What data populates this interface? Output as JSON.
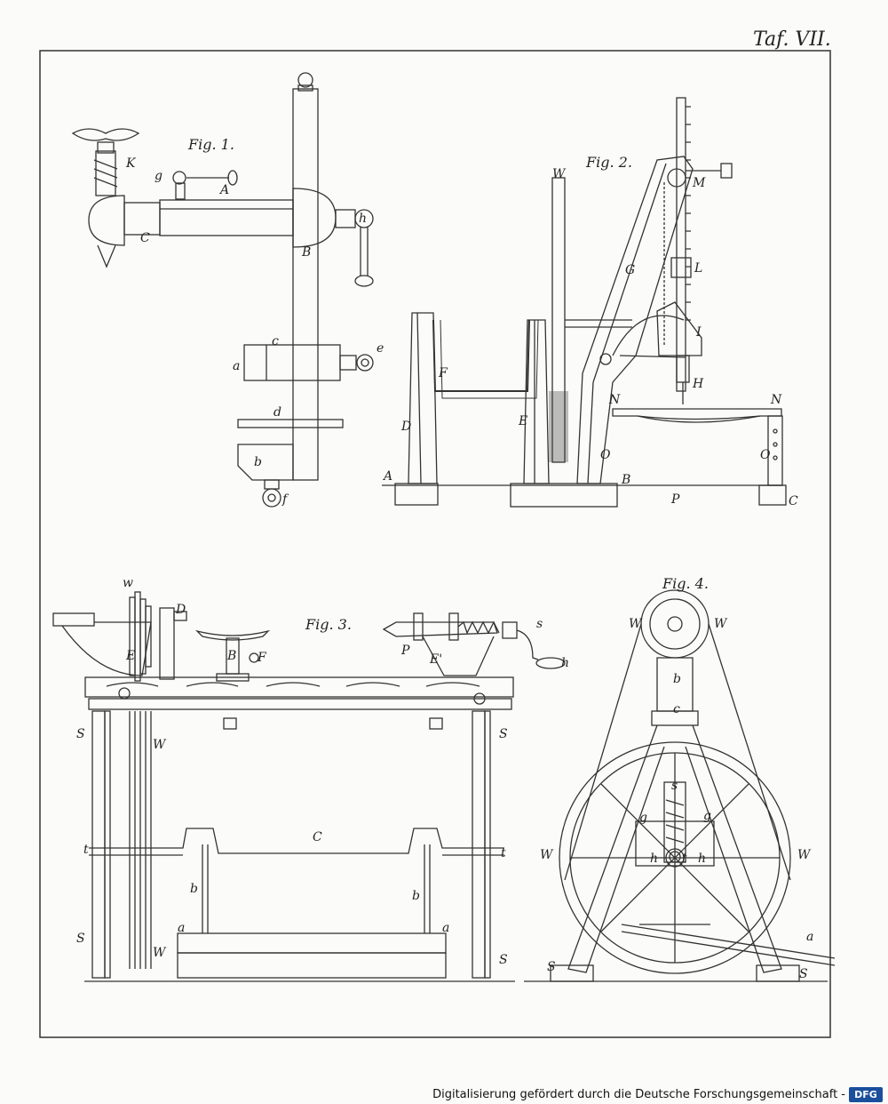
{
  "plate": {
    "title": "Taf. VII."
  },
  "figures": {
    "fig1": {
      "caption": "Fig. 1.",
      "letters": [
        "K",
        "g",
        "A",
        "C",
        "h",
        "B",
        "c",
        "a",
        "e",
        "d",
        "b",
        "f"
      ]
    },
    "fig2": {
      "caption": "Fig. 2.",
      "letters": [
        "W",
        "M",
        "G",
        "L",
        "I",
        "F",
        "H",
        "D",
        "E",
        "N",
        "N",
        "O",
        "O",
        "A",
        "B",
        "P",
        "C"
      ]
    },
    "fig3": {
      "caption": "Fig. 3.",
      "letters": [
        "w",
        "D",
        "E",
        "B",
        "F",
        "P",
        "E'",
        "h",
        "s",
        "S",
        "S",
        "W",
        "C",
        "t",
        "t",
        "b",
        "b",
        "a",
        "a",
        "S",
        "S",
        "W"
      ]
    },
    "fig4": {
      "caption": "Fig. 4.",
      "letters": [
        "W",
        "W",
        "b",
        "c",
        "s",
        "g",
        "g",
        "h",
        "t",
        "h",
        "W",
        "W",
        "a",
        "S",
        "S"
      ]
    }
  },
  "footer": {
    "text": "Digitalisierung gefördert durch die Deutsche Forschungsgemeinschaft -",
    "logo": "DFG"
  },
  "colors": {
    "ink": "#222222",
    "paper": "#fbfbf9",
    "logo": "#1b4f9c"
  }
}
